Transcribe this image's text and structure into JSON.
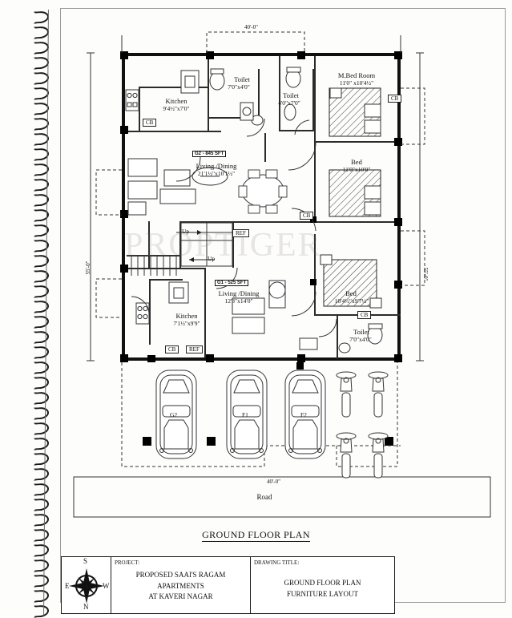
{
  "sheet": {
    "watermark": "PROPTIGER",
    "plan_title": "GROUND FLOOR PLAN"
  },
  "dimensions": {
    "top": "40'-0\"",
    "bottom": "40'-0\"",
    "left": "55'-0\"",
    "right": "55'-0\""
  },
  "road_label": "Road",
  "units": [
    {
      "tag": "G2 - 845 SFT"
    },
    {
      "tag": "G1 - 525 SFT"
    }
  ],
  "rooms": [
    {
      "id": "kitchen-upper",
      "name": "Kitchen",
      "dim": "9'4½\"x7'0\""
    },
    {
      "id": "toilet-upper-1",
      "name": "Toilet",
      "dim": "7'0\"x4'0\""
    },
    {
      "id": "toilet-upper-2",
      "name": "Toilet",
      "dim": "4'0\"x7'0\""
    },
    {
      "id": "master-bedroom",
      "name": "M.Bed Room",
      "dim": "11'0\" x10'4½\""
    },
    {
      "id": "bedroom-2",
      "name": "Bed",
      "dim": "11'0\"x10'0\""
    },
    {
      "id": "living-upper",
      "name": "Living /Dining",
      "dim": "21'1½\"x10'1½\""
    },
    {
      "id": "living-lower",
      "name": "Living /Dining",
      "dim": "12'3\"x14'0\""
    },
    {
      "id": "kitchen-lower",
      "name": "Kitchen",
      "dim": "7'1½\"x9'9\""
    },
    {
      "id": "bedroom-3",
      "name": "Bed",
      "dim": "10'4½\"x9'7½\""
    },
    {
      "id": "toilet-lower",
      "name": "Toilet",
      "dim": "7'0\"x4'0\""
    }
  ],
  "fixtures": {
    "cupboards": [
      "CB",
      "CB",
      "CB",
      "CB",
      "CB"
    ],
    "refrigerators": [
      "REF",
      "REF"
    ],
    "stair_direction": [
      "Up",
      "Up"
    ]
  },
  "parking": {
    "cars": [
      "G2",
      "F1",
      "F2"
    ]
  },
  "compass": {
    "top": "S",
    "left": "E",
    "right": "W",
    "bottom": "N"
  },
  "titleblock": {
    "project_head": "PROJECT:",
    "project_lines": [
      "PROPOSED SAAI'S RAGAM",
      "APARTMENTS",
      "AT KAVERI NAGAR"
    ],
    "drawing_head": "DRAWING TITLE:",
    "drawing_lines": [
      "GROUND FLOOR PLAN",
      "FURNITURE LAYOUT"
    ]
  }
}
